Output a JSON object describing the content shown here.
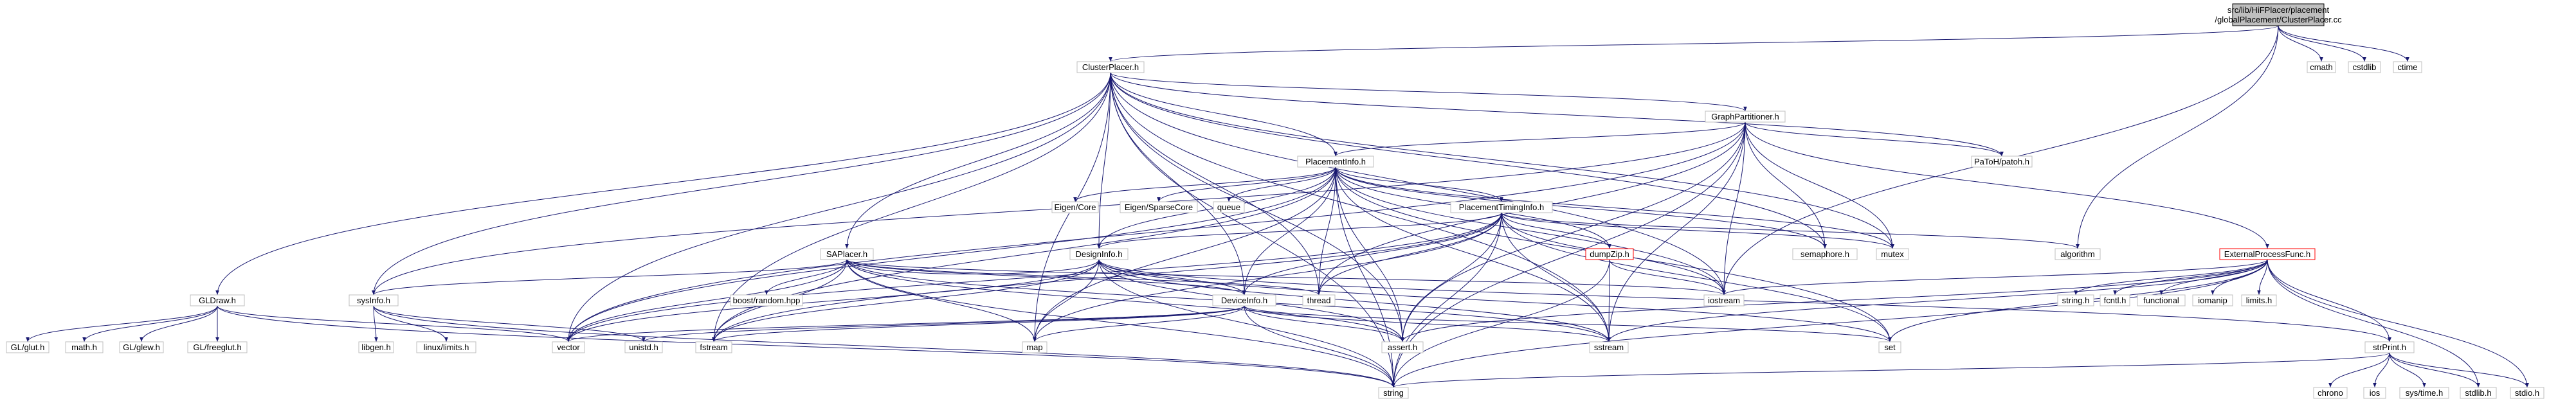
{
  "graph": {
    "edge_color": "#191970",
    "node_border": "#bfbfbf",
    "root_fill": "#bfbfbf",
    "highlight_border": "#ff0000",
    "nodes": {
      "root": [
        "src/lib/HiFPlacer/placement",
        "/globalPlacement/ClusterPlacer.cc"
      ],
      "clusterplacer": "ClusterPlacer.h",
      "cmath": "cmath",
      "cstdlib": "cstdlib",
      "ctime": "ctime",
      "graphpartitioner": "GraphPartitioner.h",
      "placementinfo": "PlacementInfo.h",
      "patoh": "PaToH/patoh.h",
      "eigen_core": "Eigen/Core",
      "eigen_sparse": "Eigen/SparseCore",
      "queue": "queue",
      "placementtiminginfo": "PlacementTimingInfo.h",
      "semaphore": "semaphore.h",
      "mutex": "mutex",
      "algorithm": "algorithm",
      "externalprocessfunc": "ExternalProcessFunc.h",
      "saplacer": "SAPlacer.h",
      "designinfo": "DesignInfo.h",
      "dumpzip": "dumpZip.h",
      "thread": "thread",
      "iostream": "iostream",
      "stringh": "string.h",
      "fcntl": "fcntl.h",
      "functional": "functional",
      "iomanip": "iomanip",
      "limits": "limits.h",
      "gldraw": "GLDraw.h",
      "sysinfo": "sysInfo.h",
      "boostrandom": "boost/random.hpp",
      "deviceinfo": "DeviceInfo.h",
      "glut": "GL/glut.h",
      "math": "math.h",
      "glew": "GL/glew.h",
      "freeglut": "GL/freeglut.h",
      "vector": "vector",
      "unistd": "unistd.h",
      "fstream": "fstream",
      "map": "map",
      "assert": "assert.h",
      "sstream": "sstream",
      "set": "set",
      "strprint": "strPrint.h",
      "libgen": "libgen.h",
      "linuxlimits": "linux/limits.h",
      "chrono": "chrono",
      "ios": "ios",
      "systime": "sys/time.h",
      "stdlib": "stdlib.h",
      "stdio": "stdio.h",
      "string": "string"
    }
  }
}
